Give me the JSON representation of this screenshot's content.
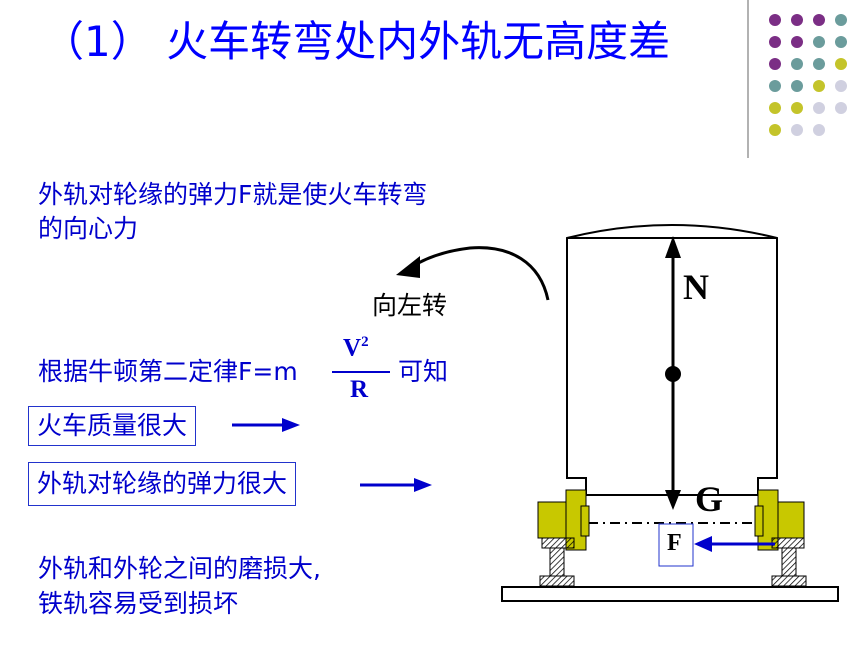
{
  "title": "（1）  火车转弯处内外轨无高度差",
  "text_left": {
    "line1": "外轨对轮缘的弹力F就是使火车转弯",
    "line2": "的向心力",
    "law_prefix": "根据牛顿第二定律F=m",
    "numerator": "V",
    "exponent": "2",
    "denominator": "R",
    "law_suffix": "可知",
    "box1": "火车质量很大",
    "box2": "外轨对轮缘的弹力很大",
    "bottom1": "外轨和外轮之间的磨损大,",
    "bottom2": "铁轨容易受到损坏"
  },
  "diagram": {
    "turn_label": "向左转",
    "label_N": "N",
    "label_G": "G",
    "label_F": "F"
  },
  "colors": {
    "title": "#0000ff",
    "text": "#0000cc",
    "wheel": "#c8c800",
    "dots_purple": "#7b2e85",
    "dots_teal": "#6b9c9c",
    "dots_yellow": "#c4c42a",
    "dots_gray": "#d0d0e0"
  }
}
